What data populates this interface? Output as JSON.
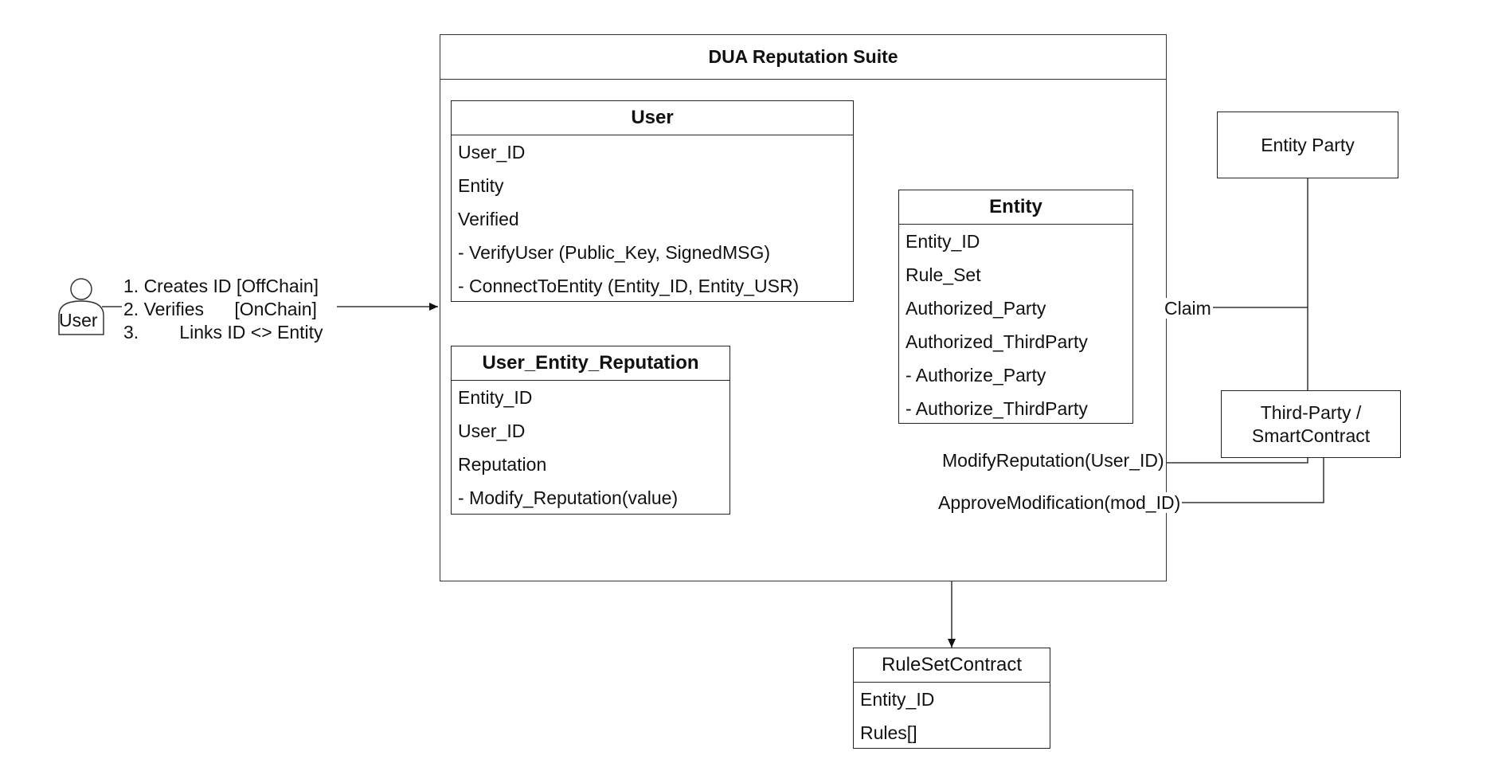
{
  "suite": {
    "title": "DUA Reputation Suite"
  },
  "user_class": {
    "title": "User",
    "rows": [
      "User_ID",
      "Entity",
      "Verified",
      "- VerifyUser (Public_Key, SignedMSG)",
      "- ConnectToEntity (Entity_ID, Entity_USR)"
    ]
  },
  "uer_class": {
    "title": "User_Entity_Reputation",
    "rows": [
      "Entity_ID",
      "User_ID",
      "Reputation",
      "- Modify_Reputation(value)"
    ]
  },
  "entity_class": {
    "title": "Entity",
    "rows": [
      "Entity_ID",
      "Rule_Set",
      "Authorized_Party",
      "Authorized_ThirdParty",
      "- Authorize_Party",
      "- Authorize_ThirdParty"
    ]
  },
  "ruleset_class": {
    "title": "RuleSetContract",
    "rows": [
      "Entity_ID",
      "Rules[]"
    ]
  },
  "actor": {
    "label": "User"
  },
  "steps": {
    "line1": "1. Creates ID [OffChain]",
    "line2": "2. Verifies      [OnChain]",
    "line3": "3.        Links ID <> Entity"
  },
  "entity_party": {
    "label": "Entity Party"
  },
  "third_party": {
    "line1": "Third-Party /",
    "line2": "SmartContract"
  },
  "edges": {
    "claim": "Claim",
    "modify_reputation": "ModifyReputation(User_ID)",
    "approve_modification": "ApproveModification(mod_ID)"
  }
}
